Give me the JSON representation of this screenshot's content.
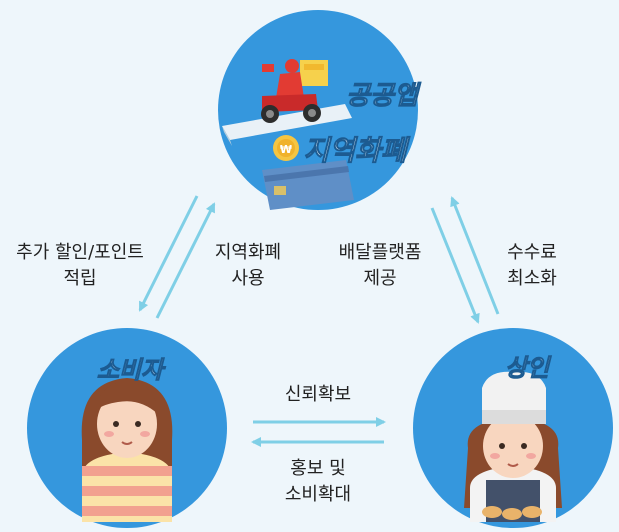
{
  "nodes": {
    "center": {
      "line1": "공공앱",
      "line2": "지역화폐"
    },
    "consumer": {
      "title": "소비자"
    },
    "merchant": {
      "title": "상인"
    }
  },
  "labels": {
    "consumer_benefit": {
      "line1": "추가 할인/포인트",
      "line2": "적립"
    },
    "currency_use": {
      "line1": "지역화폐",
      "line2": "사용"
    },
    "platform": {
      "line1": "배달플랫폼",
      "line2": "제공"
    },
    "fee": {
      "line1": "수수료",
      "line2": "최소화"
    },
    "trust": {
      "line1": "신뢰확보"
    },
    "promotion": {
      "line1": "홍보 및",
      "line2": "소비확대"
    }
  },
  "colors": {
    "circle": "#3597dd",
    "arrow": "#7fcfe6",
    "background": "#eef6fb"
  }
}
